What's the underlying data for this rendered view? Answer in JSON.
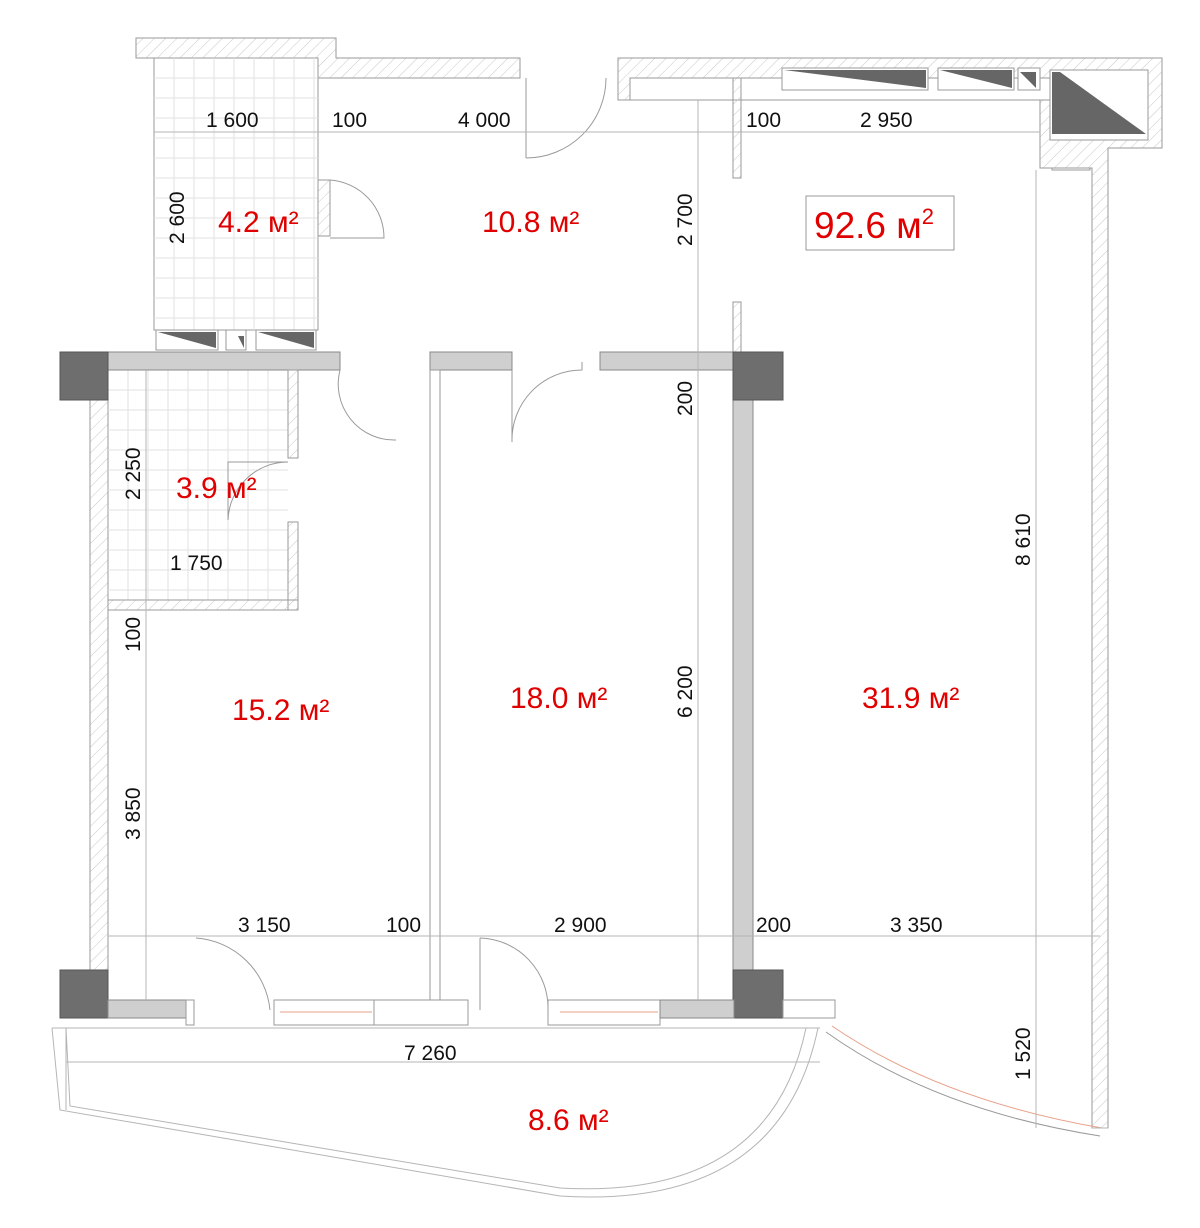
{
  "total_area": {
    "value": "92.6",
    "unit": "м",
    "sup": "2"
  },
  "rooms": [
    {
      "id": "bathroom-top",
      "label": "4.2 м²"
    },
    {
      "id": "hall",
      "label": "10.8 м²"
    },
    {
      "id": "bathroom-left",
      "label": "3.9 м²"
    },
    {
      "id": "bedroom-left",
      "label": "15.2 м²"
    },
    {
      "id": "bedroom-middle",
      "label": "18.0 м²"
    },
    {
      "id": "living-room",
      "label": "31.9 м²"
    },
    {
      "id": "balcony",
      "label": "8.6 м²"
    }
  ],
  "dimensions": [
    "1 600",
    "100",
    "4 000",
    "100",
    "2 950",
    "2 600",
    "2 700",
    "200",
    "2 250",
    "1 750",
    "100",
    "8 610",
    "6 200",
    "3 850",
    "3 150",
    "100",
    "2 900",
    "200",
    "3 350",
    "7 260",
    "1 520"
  ]
}
